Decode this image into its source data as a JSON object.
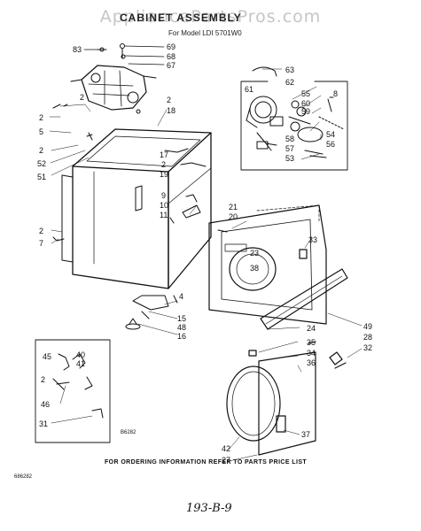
{
  "watermark": "AppliancePartsPros.com",
  "title": "CABINET ASSEMBLY",
  "model": "For Model LDI 5701W0",
  "footer_note": "FOR ORDERING INFORMATION REFER TO PARTS PRICE LIST",
  "doc_code": "686282",
  "diagram_code": "B6282",
  "handwritten": "193-B-9",
  "part_labels": [
    {
      "text": "83"
    },
    {
      "text": "69"
    },
    {
      "text": "68"
    },
    {
      "text": "67"
    },
    {
      "text": "63"
    },
    {
      "text": "62"
    },
    {
      "text": "61"
    },
    {
      "text": "55"
    },
    {
      "text": "8"
    },
    {
      "text": "60"
    },
    {
      "text": "59"
    },
    {
      "text": "54"
    },
    {
      "text": "56"
    },
    {
      "text": "58"
    },
    {
      "text": "57"
    },
    {
      "text": "53"
    },
    {
      "text": "2"
    },
    {
      "text": "2"
    },
    {
      "text": "18"
    },
    {
      "text": "2"
    },
    {
      "text": "5"
    },
    {
      "text": "2"
    },
    {
      "text": "52"
    },
    {
      "text": "51"
    },
    {
      "text": "17"
    },
    {
      "text": "2"
    },
    {
      "text": "19"
    },
    {
      "text": "9"
    },
    {
      "text": "10"
    },
    {
      "text": "11"
    },
    {
      "text": "21"
    },
    {
      "text": "20"
    },
    {
      "text": "33"
    },
    {
      "text": "23"
    },
    {
      "text": "38"
    },
    {
      "text": "2"
    },
    {
      "text": "7"
    },
    {
      "text": "4"
    },
    {
      "text": "15"
    },
    {
      "text": "48"
    },
    {
      "text": "16"
    },
    {
      "text": "49"
    },
    {
      "text": "28"
    },
    {
      "text": "32"
    },
    {
      "text": "24"
    },
    {
      "text": "35"
    },
    {
      "text": "34"
    },
    {
      "text": "36"
    },
    {
      "text": "45"
    },
    {
      "text": "40"
    },
    {
      "text": "41"
    },
    {
      "text": "2"
    },
    {
      "text": "46"
    },
    {
      "text": "31"
    },
    {
      "text": "37"
    },
    {
      "text": "42"
    },
    {
      "text": "27"
    }
  ]
}
